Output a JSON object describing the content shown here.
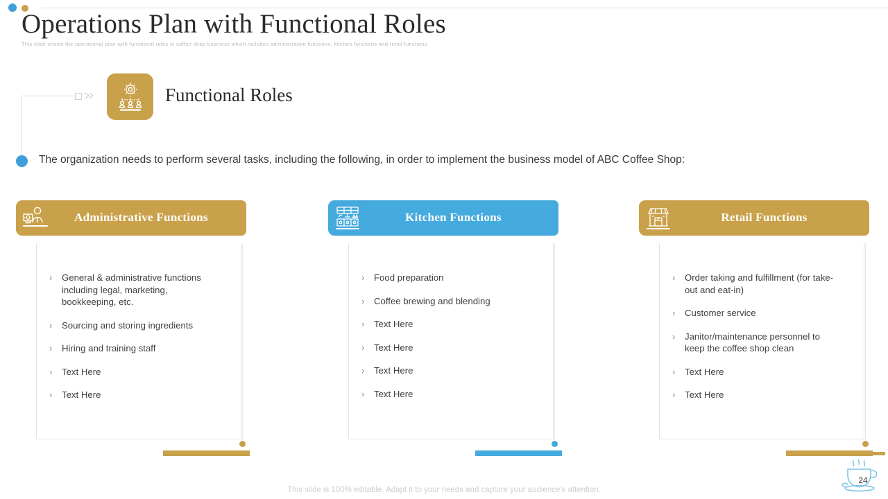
{
  "header": {
    "title": "Operations Plan with Functional Roles",
    "subtitle": "This slide shows the operational plan with functional roles in coffee shop business which includes administrative functions, kitchen functions and retail functions."
  },
  "badge": {
    "icon": "gear-org-chart-icon",
    "label": "Functional Roles"
  },
  "intro": {
    "text": "The organization needs to perform several tasks, including the following, in order to implement the business model of ABC Coffee Shop:"
  },
  "colors": {
    "gold": "#c9a14a",
    "blue": "#45aade",
    "text": "#3f3f3f",
    "muted": "#cfcfcf"
  },
  "columns": [
    {
      "title": "Administrative Functions",
      "icon": "office-worker-desk-icon",
      "color": "#c9a14a",
      "bullets": [
        "General & administrative functions including legal, marketing, bookkeeping, etc.",
        "Sourcing and storing ingredients",
        "Hiring and training staff",
        "Text Here",
        "Text Here"
      ]
    },
    {
      "title": "Kitchen Functions",
      "icon": "kitchen-counter-icon",
      "color": "#45aade",
      "bullets": [
        "Food preparation",
        "Coffee brewing and blending",
        "Text Here",
        "Text Here",
        "Text Here",
        "Text Here"
      ]
    },
    {
      "title": "Retail Functions",
      "icon": "storefront-icon",
      "color": "#c9a14a",
      "bullets": [
        "Order taking and fulfillment (for take-out and eat-in)",
        "Customer service",
        "Janitor/maintenance personnel to keep the coffee shop clean",
        "Text Here",
        "Text Here"
      ]
    }
  ],
  "bullet_marker": "›",
  "footer": {
    "note": "This slide is 100% editable. Adapt it to your needs and capture your audience's attention.",
    "page_number": "24",
    "page_icon": "coffee-cup-icon"
  }
}
